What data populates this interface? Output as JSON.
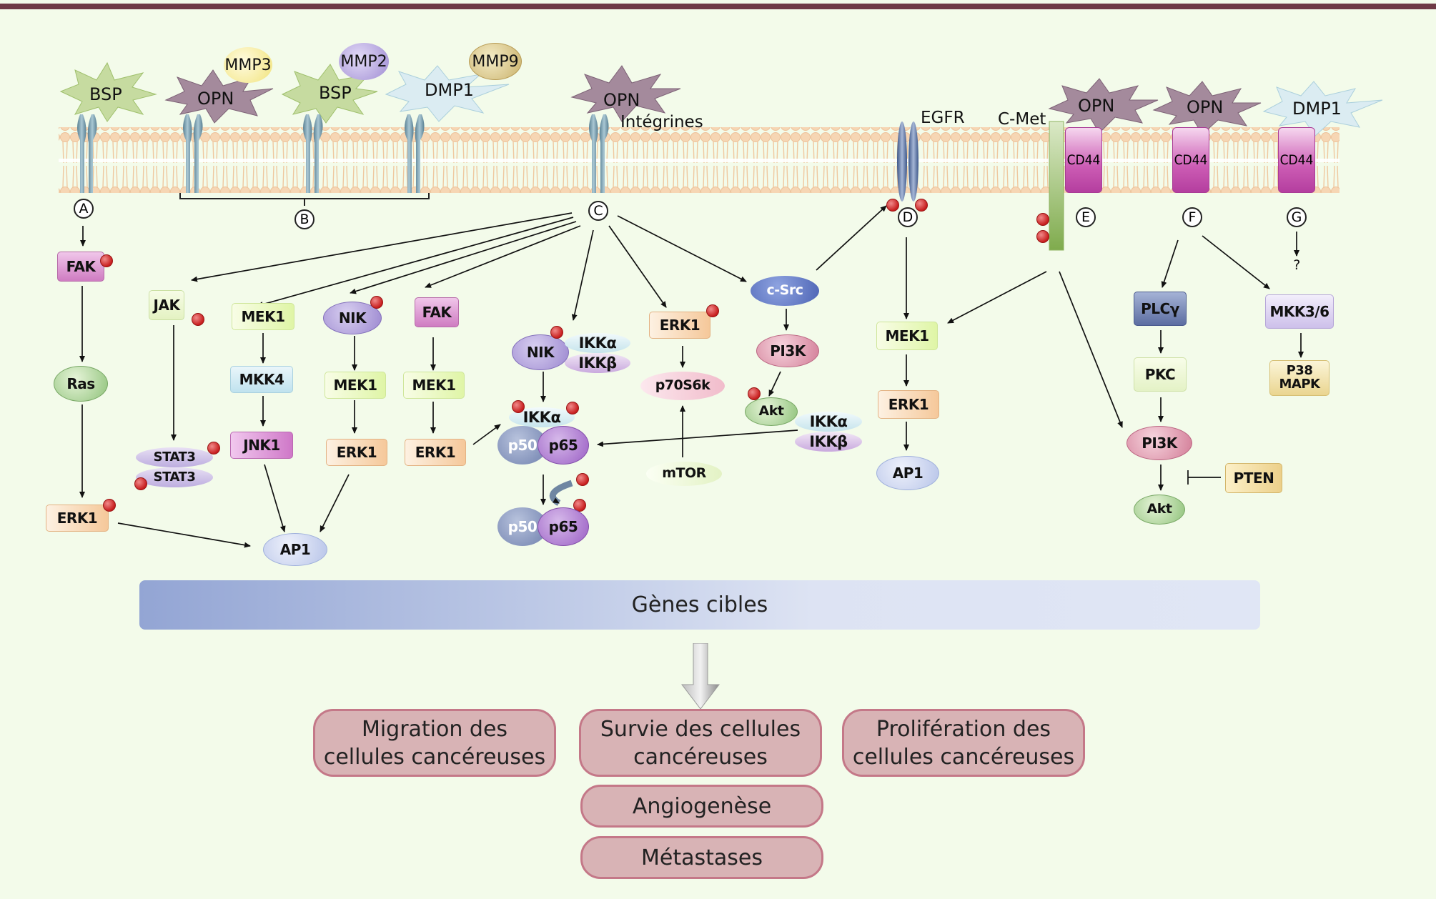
{
  "ligands": {
    "bsp1": "BSP",
    "opn1": "OPN",
    "bsp2": "BSP",
    "dmp1a": "DMP1",
    "opn_integrin": "OPN",
    "opn_e": "OPN",
    "opn_f": "OPN",
    "dmp1_g": "DMP1"
  },
  "proteases": {
    "mmp3": "MMP3",
    "mmp2": "MMP2",
    "mmp9": "MMP9"
  },
  "receptors": {
    "integrines": "Intégrines",
    "egfr": "EGFR",
    "cmet": "C-Met",
    "cd44": "CD44"
  },
  "pathway_labels": [
    "A",
    "B",
    "C",
    "D",
    "E",
    "F",
    "G"
  ],
  "nodes": {
    "fak_a": "FAK",
    "ras": "Ras",
    "erk1_a": "ERK1",
    "jak": "JAK",
    "stat3": "STAT3",
    "mek1_b": "MEK1",
    "mkk4": "MKK4",
    "jnk1": "JNK1",
    "nik_b": "NIK",
    "mek1_c": "MEK1",
    "erk1_c": "ERK1",
    "fak_c": "FAK",
    "mek1_d": "MEK1",
    "erk1_d": "ERK1",
    "ap1_left": "AP1",
    "nik_center": "NIK",
    "ikka": "IKKα",
    "ikkb": "IKKβ",
    "p50": "p50",
    "p65": "p65",
    "erk1_center": "ERK1",
    "p70s6k": "p70S6k",
    "mtor": "mTOR",
    "csrc": "c-Src",
    "pi3k_c": "PI3K",
    "akt_c": "Akt",
    "mek1_egfr": "MEK1",
    "erk1_egfr": "ERK1",
    "ap1_right": "AP1",
    "plcg": "PLCγ",
    "pkc": "PKC",
    "pi3k_f": "PI3K",
    "akt_f": "Akt",
    "pten": "PTEN",
    "unknown": "?",
    "mkk36": "MKK3/6",
    "p38mapk": "P38\nMAPK"
  },
  "genes_bar": "Gènes cibles",
  "outcomes": {
    "migration": "Migration des\ncellules cancéreuses",
    "survie": "Survie des cellules\ncancéreuses",
    "proliferation": "Prolifération des\ncellules cancéreuses",
    "angiogenese": "Angiogenèse",
    "metastases": "Métastases"
  },
  "colors": {
    "frame": "#6e3a46",
    "background": "#f3fbea",
    "phospho": "#c81e1e",
    "outcome_fill": "#d8b3b5",
    "outcome_border": "#c47888"
  }
}
